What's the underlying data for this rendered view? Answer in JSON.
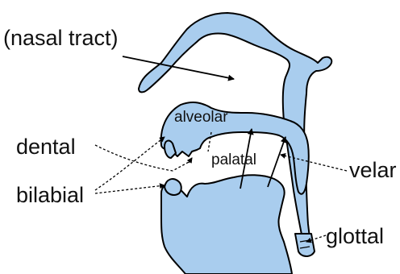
{
  "colors": {
    "tissue": "#a9cdee",
    "outline": "#000000",
    "text": "#111111"
  },
  "labels": {
    "nasal_tract": "(nasal tract)",
    "alveolar": "alveolar",
    "dental": "dental",
    "palatal": "palatal",
    "velar": "velar",
    "bilabial": "bilabial",
    "glottal": "glottal"
  }
}
